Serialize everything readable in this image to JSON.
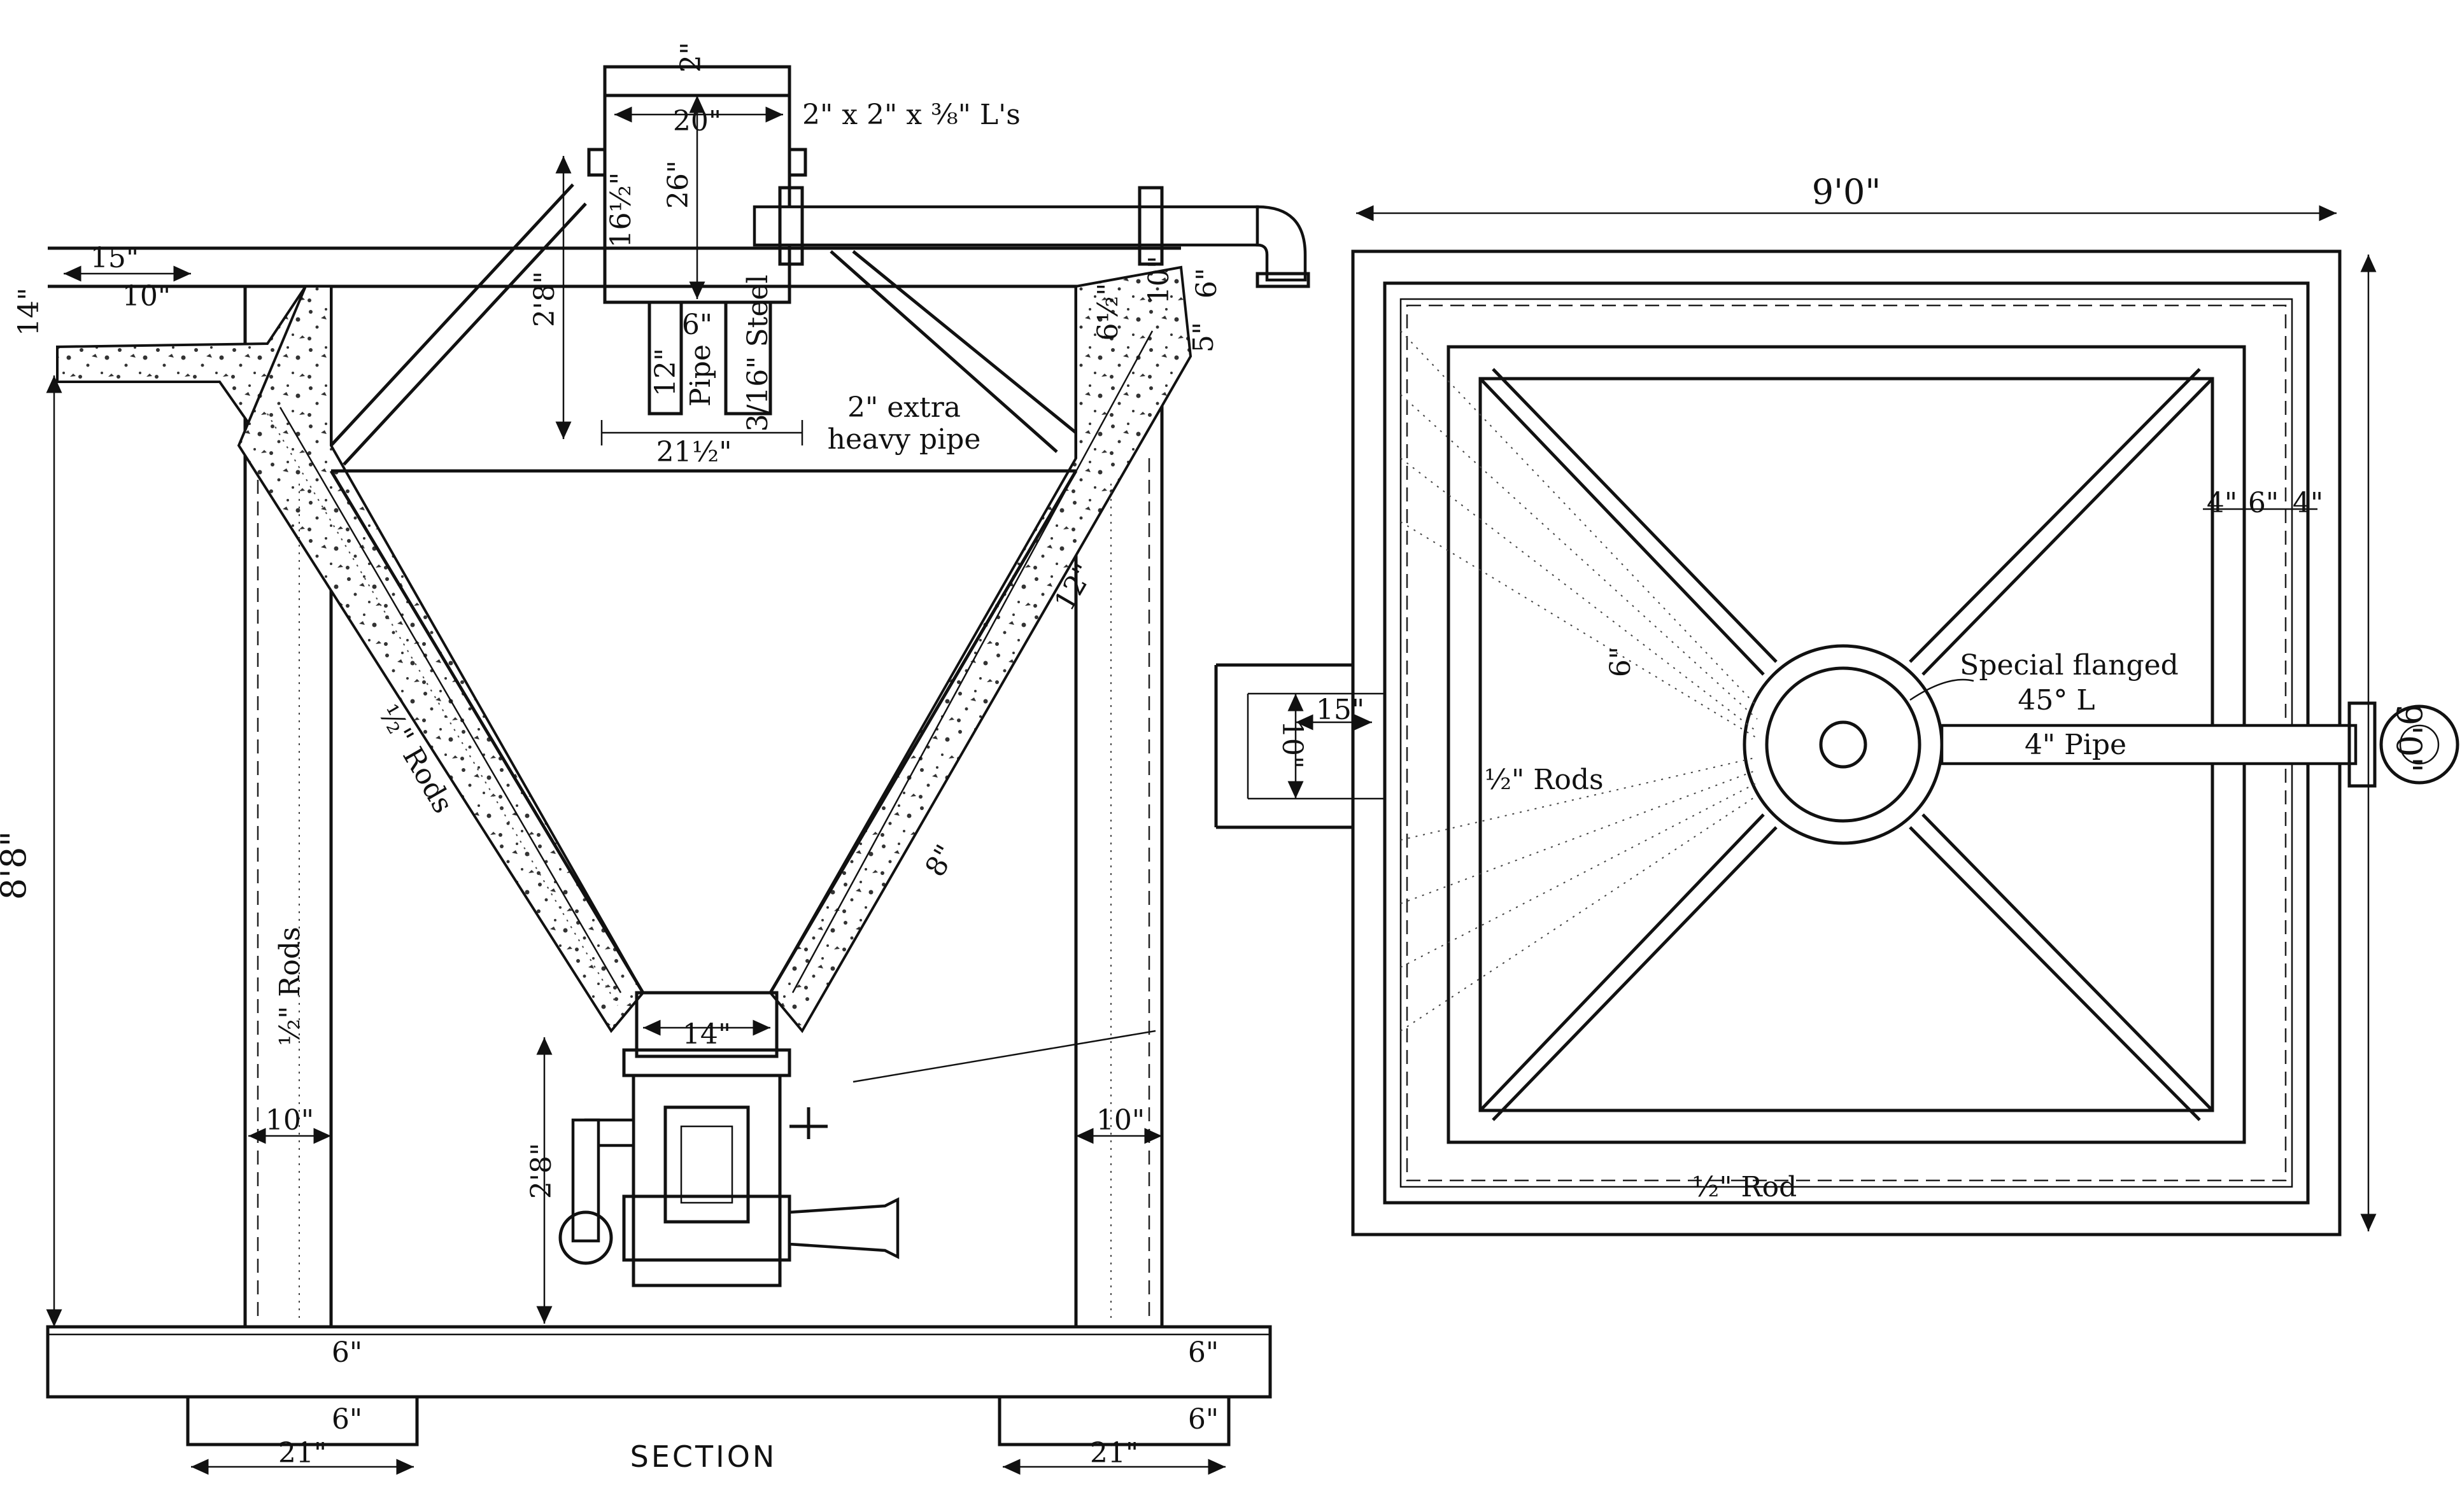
{
  "section_view": {
    "caption": "SECTION",
    "dims": {
      "overall_height": "8'8\"",
      "top_offset": "14\"",
      "ledge_width": "15\"",
      "ledge_depth": "10\"",
      "hopper_top_height": "2'8\"",
      "tank_width": "20\"",
      "tank_height": "26\"",
      "tank_inner": "16½\"",
      "tank_bottom": "21½\"",
      "angle_size": "2\" x 2\" x ⅜\" L's",
      "plate_thickness": "2\"",
      "pipe_12": "12\"",
      "pipe_label": "Pipe",
      "pipe_6": "6\"",
      "steel": "3/16\" Steel",
      "extra_heavy_1": "2\" extra",
      "extra_heavy_2": "heavy pipe",
      "rim_6": "6½\"",
      "rim_10": "10\"",
      "rim_5": "5\"",
      "rim_6b": "6\"",
      "outlet_width": "14\"",
      "base_height": "2'8\"",
      "wall_left": "10\"",
      "wall_right": "10\"",
      "slab_left": "6\"",
      "slab_right": "6\"",
      "footing_left_h": "6\"",
      "footing_right_h": "6\"",
      "footing_left_w": "21\"",
      "footing_right_w": "21\"",
      "rods_slope": "½\" Rods",
      "rods_wall": "½\" Rods",
      "spacing_12": "12\"",
      "spacing_8": "8\""
    }
  },
  "plan_view": {
    "width_dim": "9'0\"",
    "height_dim": "9'0\"",
    "inlet_w": "15\"",
    "inlet_h": "10\"",
    "wall_a": "4\"",
    "wall_b": "6\"",
    "wall_c": "4\"",
    "special_flanged": "Special flanged",
    "elbow": "45° L",
    "pipe": "4\" Pipe",
    "rods": "½\" Rods",
    "rod": "½\" Rod",
    "spacing_6": "6\""
  }
}
